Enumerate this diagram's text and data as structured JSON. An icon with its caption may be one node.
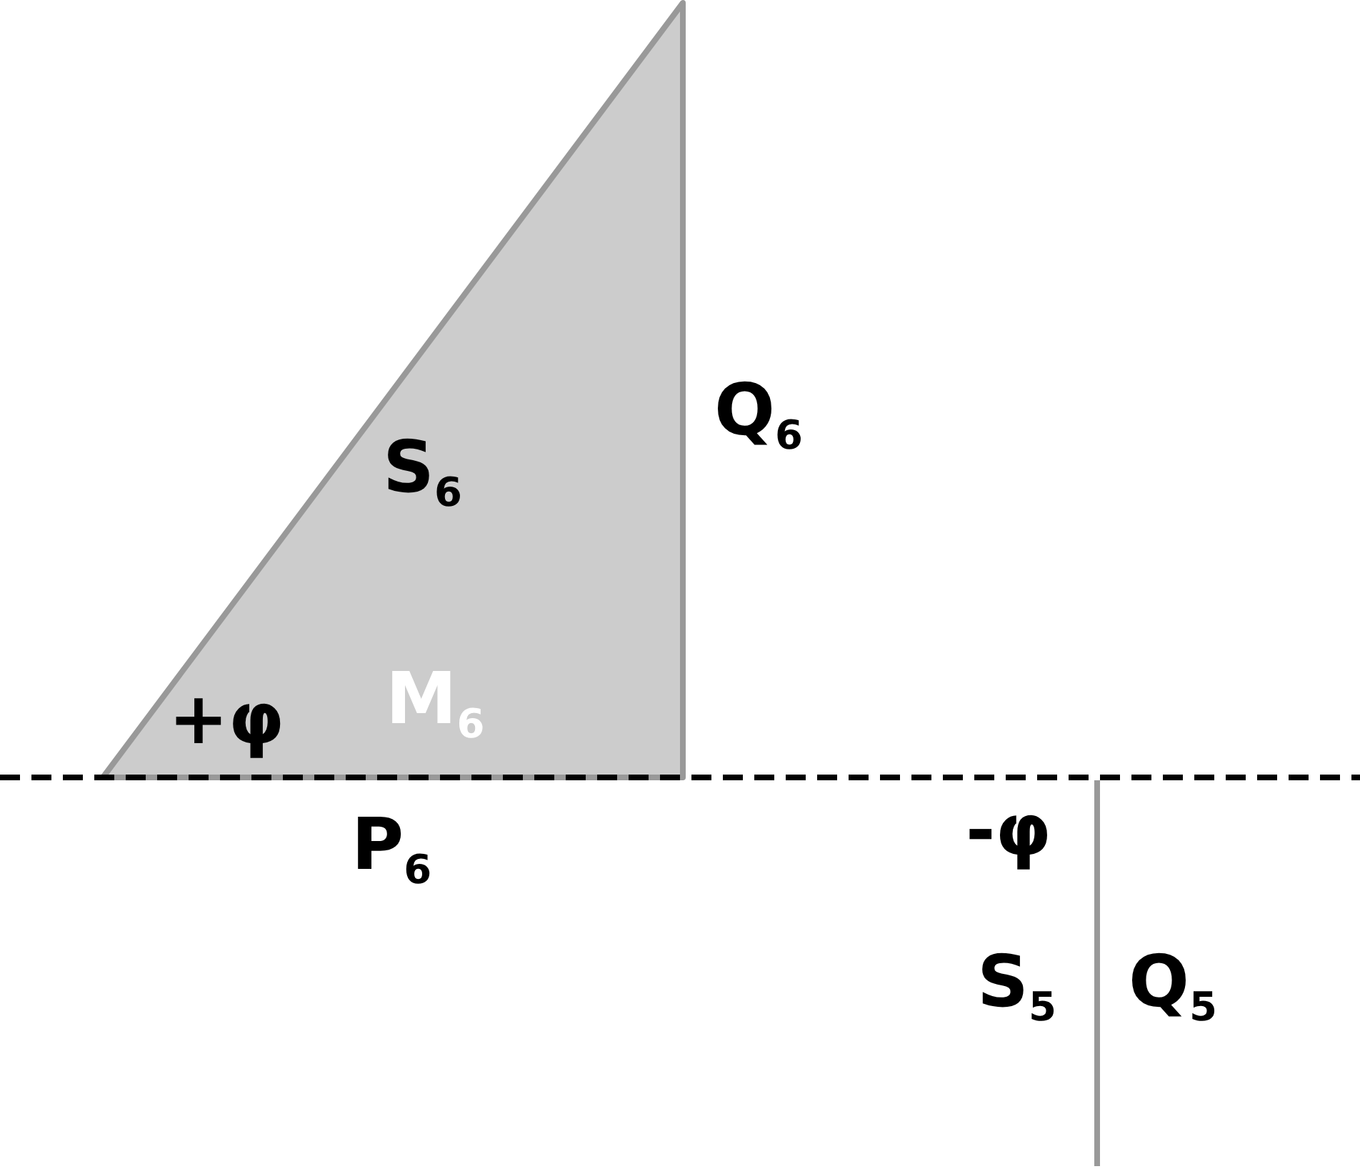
{
  "diagram": {
    "labels": [
      "Q$_{6}$",
      "S$_{6}$",
      "+φ",
      "M$_{6}$",
      "P$_{6}$",
      "-φ",
      "S$_{5}$",
      "Q$_{5}$"
    ]
  }
}
